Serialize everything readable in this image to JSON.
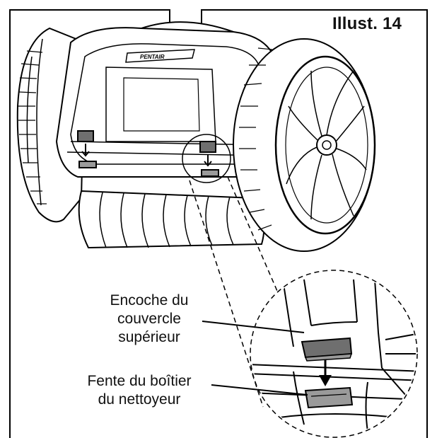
{
  "title": "Illust. 14",
  "brand_logo_text": "PENTAIR",
  "callouts": {
    "lid_notch": [
      "Encoche du",
      "couvercle",
      "supérieur"
    ],
    "housing_slot": [
      "Fente du boîtier",
      "du nettoyeur"
    ]
  },
  "colors": {
    "line": "#000000",
    "tab_fill": "#6f6f6f",
    "slot_fill": "#9a9a9a",
    "background": "#ffffff"
  }
}
